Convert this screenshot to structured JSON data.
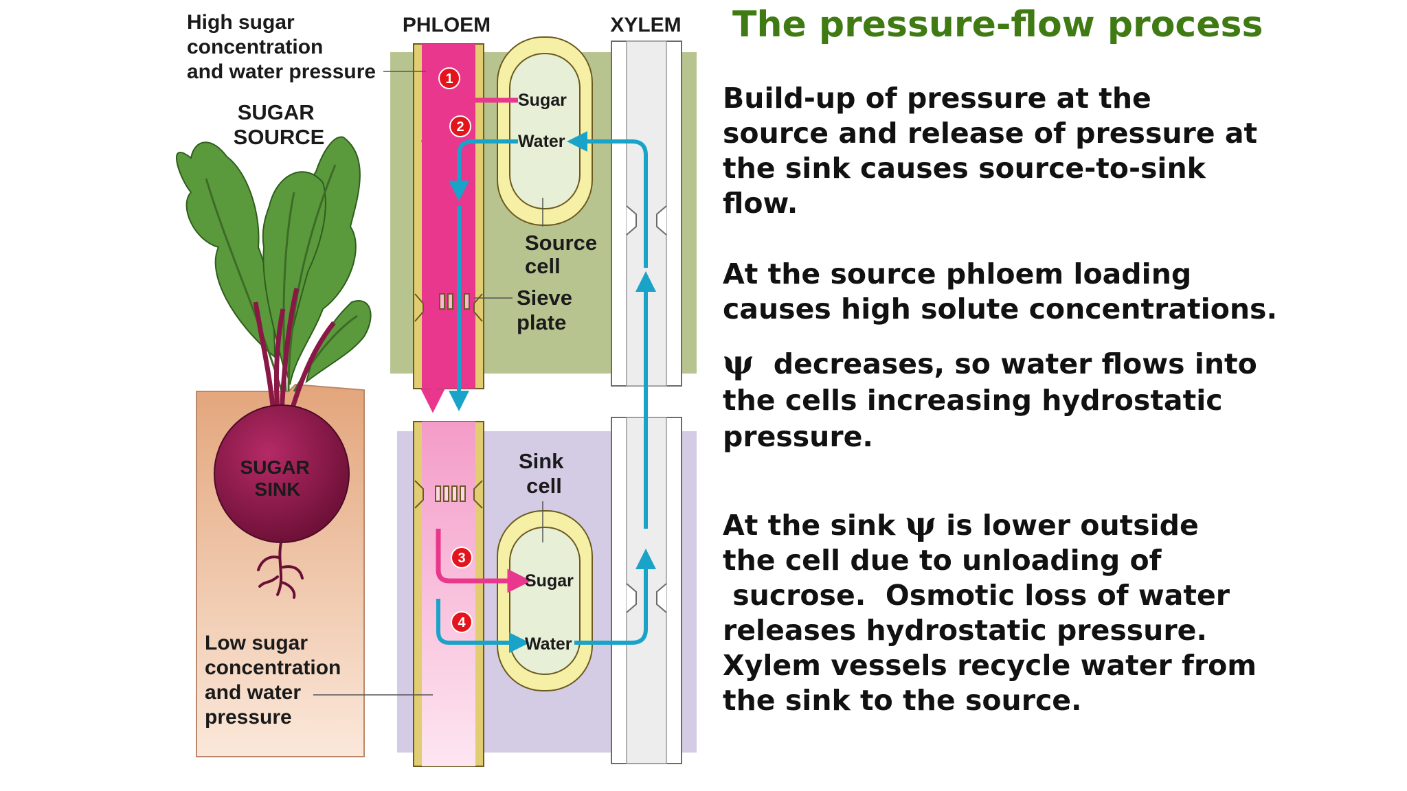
{
  "slide": {
    "title": "The pressure-flow process",
    "paragraphs": [
      [
        "Build-up of pressure at the",
        "source and release of pressure at",
        "the sink causes source-to-sink",
        "flow."
      ],
      [
        "At the source phloem loading",
        "causes high solute concentrations."
      ],
      [
        "decreases, so water flows into",
        "the cells increasing hydrostatic",
        "pressure."
      ],
      [
        "At the sink",
        "is lower outside",
        "the cell due to unloading of",
        " sucrose.  Osmotic loss of water",
        "releases hydrostatic pressure.",
        "Xylem vessels recycle water from",
        "the sink to the source."
      ]
    ],
    "psi_symbol": "ψ",
    "title_color": "#3f7a12"
  },
  "diagram": {
    "labels": {
      "high_sugar": [
        "High sugar",
        "concentration",
        "and water pressure"
      ],
      "sugar_source": [
        "SUGAR",
        "SOURCE"
      ],
      "sugar_sink": [
        "SUGAR",
        "SINK"
      ],
      "low_sugar": [
        "Low sugar",
        "concentration",
        "and water",
        "pressure"
      ],
      "phloem": "PHLOEM",
      "xylem": "XYLEM",
      "source_cell": [
        "Source",
        "cell"
      ],
      "sieve_plate": [
        "Sieve",
        "plate"
      ],
      "sink_cell": [
        "Sink",
        "cell"
      ],
      "sugar_top": "Sugar",
      "water_top": "Water",
      "sugar_bottom": "Sugar",
      "water_bottom": "Water",
      "step_numbers": [
        "1",
        "2",
        "3",
        "4"
      ]
    },
    "colors": {
      "phloem_pink": "#e8378c",
      "phloem_light": "#f7b8d8",
      "water_arrow": "#1aa3c8",
      "source_bg": "#b8c490",
      "sink_bg": "#d4cce4",
      "soil": "#e9b58d",
      "beet": "#8a1846",
      "leaf": "#5b9a3c",
      "cell_yellow": "#f6f0a6",
      "marker_red": "#e3141b"
    }
  }
}
